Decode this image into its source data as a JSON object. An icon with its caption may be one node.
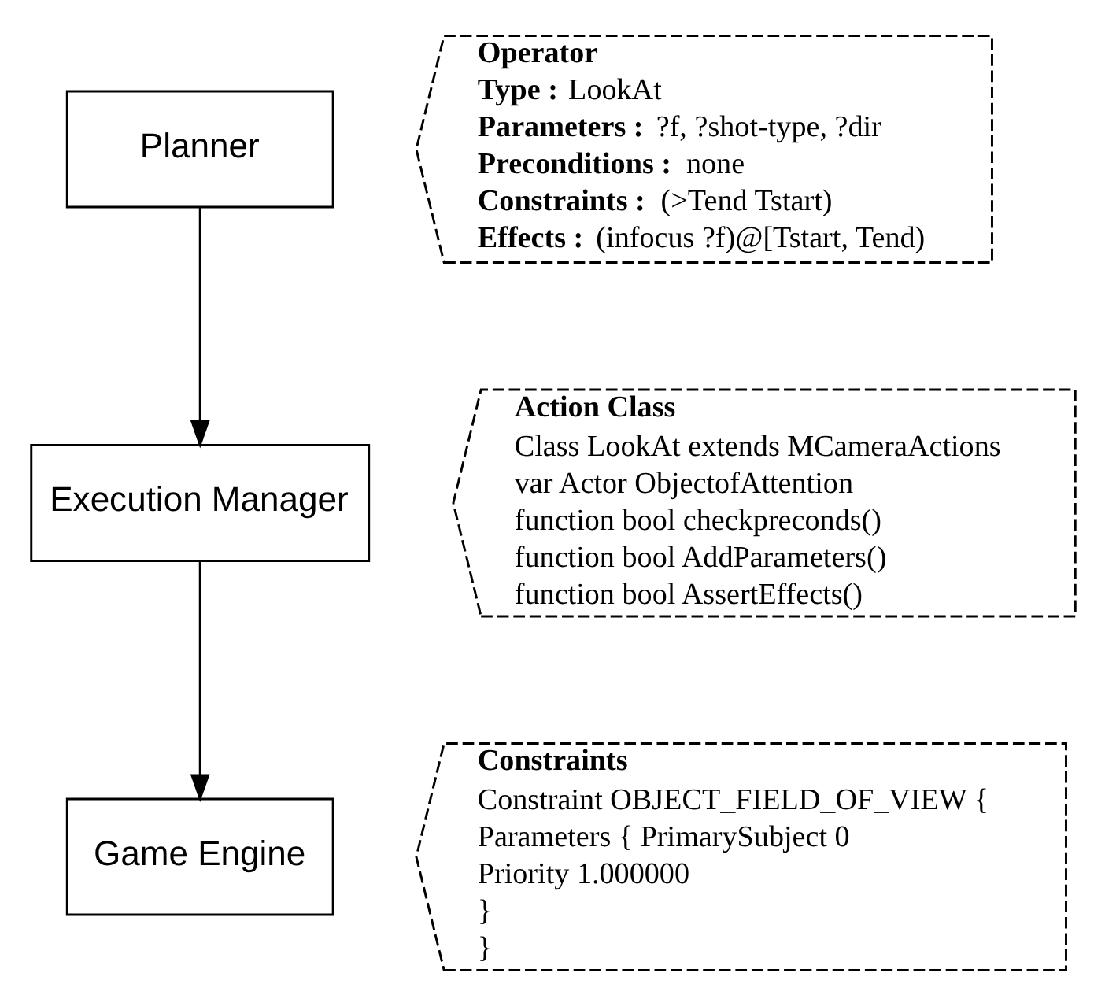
{
  "diagram": {
    "nodes": [
      {
        "text": [
          "Planner"
        ]
      },
      {
        "text": [
          "Operator",
          "**Type :** LookAt",
          "**Parameters :** ?f, ?shot-type, ?dir",
          "**Preconditions :** none",
          "**Constraints :** (>Tend Tstart)",
          "**Effects :** (infocus ?f)@[Tstart, Tend)"
        ]
      },
      {
        "text": [
          "Execution Manager"
        ]
      },
      {
        "text": [
          "Action Class",
          "Class LookAt extends MCameraActions",
          "var Actor ObjectofAttention",
          "function bool checkpreconds()",
          "function bool AddParameters()",
          "function bool AssertEffects()"
        ]
      },
      {
        "text": [
          "Game Engine"
        ]
      },
      {
        "text": [
          "Constraints",
          "Constraint OBJECT_FIELD_OF_VIEW {",
          "Parameters { PrimarySubject 0",
          "Priority 1.000000",
          "}",
          "}"
        ]
      }
    ],
    "edges": [
      {
        "from": 0,
        "to": 2,
        "arrow": "to"
      },
      {
        "from": 2,
        "to": 4,
        "arrow": "to"
      }
    ]
  }
}
